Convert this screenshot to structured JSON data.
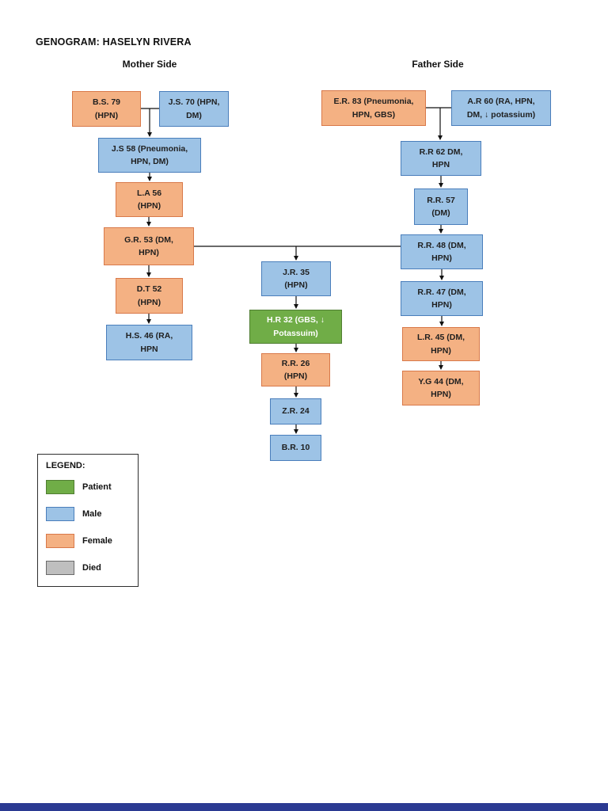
{
  "document": {
    "title": "GENOGRAM: HASELYN RIVERA"
  },
  "headers": {
    "mother": "Mother Side",
    "father": "Father Side"
  },
  "nodes": [
    {
      "id": "bs-79",
      "label": "B.S. 79\n(HPN)",
      "type": "female",
      "died": true
    },
    {
      "id": "js-70",
      "label": "J.S. 70 (HPN,\nDM)",
      "type": "male",
      "died": true
    },
    {
      "id": "js-58",
      "label": "J.S 58 (Pneumonia,\nHPN, DM)",
      "type": "male",
      "died": true
    },
    {
      "id": "la-56",
      "label": "L.A 56\n(HPN)",
      "type": "female",
      "died": false
    },
    {
      "id": "gr-53",
      "label": "G.R. 53 (DM,\nHPN)",
      "type": "female",
      "died": false
    },
    {
      "id": "dt-52",
      "label": "D.T 52\n(HPN)",
      "type": "female",
      "died": false
    },
    {
      "id": "hs-46",
      "label": "H.S. 46 (RA,\nHPN",
      "type": "male",
      "died": false
    },
    {
      "id": "er-83",
      "label": "E.R.  83 (Pneumonia,\nHPN, GBS)",
      "type": "female",
      "died": true
    },
    {
      "id": "ar-60",
      "label": "A.R 60 (RA, HPN,\nDM, ↓ potassium)",
      "type": "male",
      "died": true
    },
    {
      "id": "rr-62",
      "label": "R.R 62 DM,\nHPN",
      "type": "male",
      "died": false
    },
    {
      "id": "rr-57",
      "label": "R.R. 57\n(DM)",
      "type": "male",
      "died": false
    },
    {
      "id": "rr-48",
      "label": "R.R. 48 (DM,\nHPN)",
      "type": "male",
      "died": true
    },
    {
      "id": "rr-47",
      "label": "R.R. 47 (DM,\nHPN)",
      "type": "male",
      "died": true
    },
    {
      "id": "lr-45",
      "label": "L.R. 45 (DM,\nHPN)",
      "type": "female",
      "died": false
    },
    {
      "id": "yg-44",
      "label": "Y.G 44 (DM,\nHPN)",
      "type": "female",
      "died": false
    },
    {
      "id": "jr-35",
      "label": "J.R.  35\n(HPN)",
      "type": "male",
      "died": false
    },
    {
      "id": "hr-32",
      "label": "H.R 32 (GBS, ↓\nPotassuim)",
      "type": "patient",
      "died": false
    },
    {
      "id": "rr-26",
      "label": "R.R. 26\n(HPN)",
      "type": "female",
      "died": false
    },
    {
      "id": "zr-24",
      "label": "Z.R. 24",
      "type": "male",
      "died": false
    },
    {
      "id": "br-10",
      "label": "B.R. 10",
      "type": "male",
      "died": false
    }
  ],
  "legend": {
    "title": "LEGEND:",
    "items": [
      {
        "label": "Patient",
        "type": "patient"
      },
      {
        "label": "Male",
        "type": "male"
      },
      {
        "label": "Female",
        "type": "female"
      },
      {
        "label": "Died",
        "type": "died"
      }
    ]
  },
  "colors": {
    "male": "#9DC3E6",
    "male_border": "#4A7EBB",
    "female": "#F4B183",
    "female_border": "#D8794A",
    "patient": "#70AD47",
    "patient_border": "#507E32",
    "died_swatch": "#BFBFBF",
    "next_page_bar": "#2B3A92"
  }
}
